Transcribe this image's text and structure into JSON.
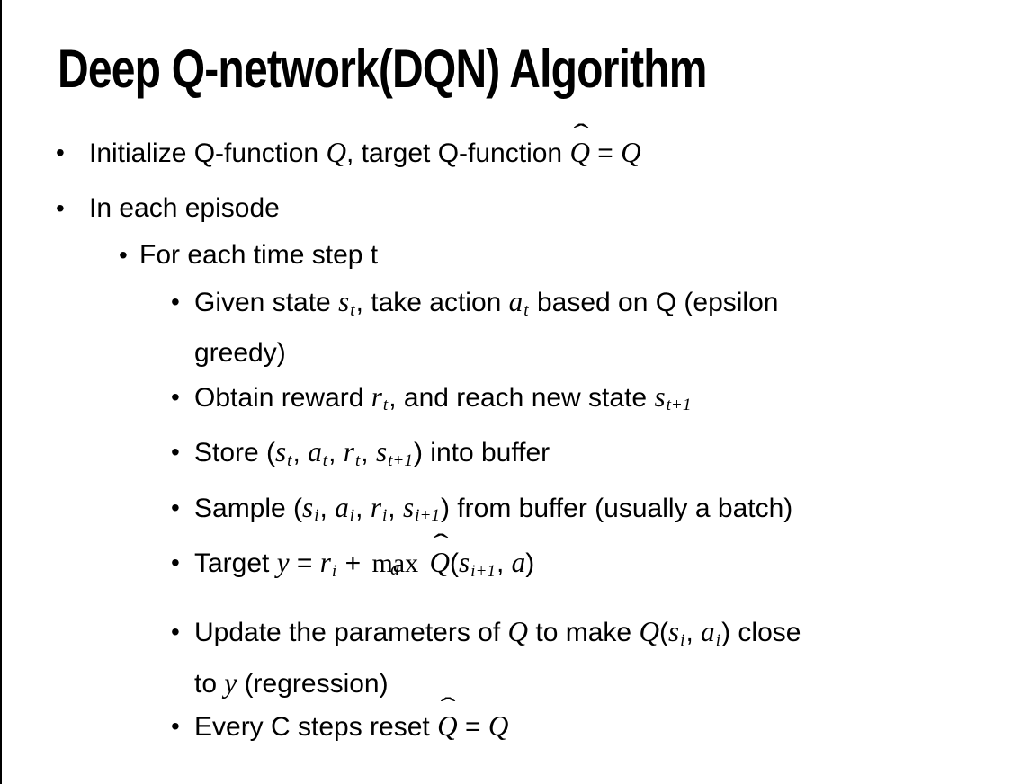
{
  "colors": {
    "background": "#ffffff",
    "text": "#000000",
    "border_left": "#000000"
  },
  "slide": {
    "title": "Deep Q-network(DQN) Algorithm",
    "bullet_char": "•",
    "bullets": [
      {
        "level": 1,
        "segments": [
          {
            "t": "text",
            "v": "Initialize Q-function "
          },
          {
            "t": "var",
            "v": "Q"
          },
          {
            "t": "text",
            "v": ", target Q-function "
          },
          {
            "t": "hat",
            "v": "Q",
            "mark": "ˆ"
          },
          {
            "t": "text",
            "v": " = "
          },
          {
            "t": "var",
            "v": "Q"
          }
        ]
      },
      {
        "level": 1,
        "segments": [
          {
            "t": "text",
            "v": "In each episode"
          }
        ]
      },
      {
        "level": 2,
        "segments": [
          {
            "t": "text",
            "v": "For each time step t"
          }
        ]
      },
      {
        "level": 3,
        "segments": [
          {
            "t": "text",
            "v": "Given state "
          },
          {
            "t": "var",
            "v": "s"
          },
          {
            "t": "sub",
            "v": "t"
          },
          {
            "t": "text",
            "v": ", take action "
          },
          {
            "t": "var",
            "v": "a"
          },
          {
            "t": "sub",
            "v": "t"
          },
          {
            "t": "text",
            "v": " based on Q (epsilon"
          },
          {
            "t": "br"
          },
          {
            "t": "text",
            "v": "greedy)"
          }
        ]
      },
      {
        "level": 3,
        "segments": [
          {
            "t": "text",
            "v": "Obtain reward "
          },
          {
            "t": "var",
            "v": "r"
          },
          {
            "t": "sub",
            "v": "t"
          },
          {
            "t": "text",
            "v": ", and reach new state "
          },
          {
            "t": "var",
            "v": "s"
          },
          {
            "t": "sub",
            "v": "t+1"
          }
        ]
      },
      {
        "level": 3,
        "segments": [
          {
            "t": "text",
            "v": "Store ("
          },
          {
            "t": "var",
            "v": "s"
          },
          {
            "t": "sub",
            "v": "t"
          },
          {
            "t": "text",
            "v": ", "
          },
          {
            "t": "var",
            "v": "a"
          },
          {
            "t": "sub",
            "v": "t"
          },
          {
            "t": "text",
            "v": ", "
          },
          {
            "t": "var",
            "v": "r"
          },
          {
            "t": "sub",
            "v": "t"
          },
          {
            "t": "text",
            "v": ", "
          },
          {
            "t": "var",
            "v": "s"
          },
          {
            "t": "sub",
            "v": "t+1"
          },
          {
            "t": "text",
            "v": ") into buffer"
          }
        ]
      },
      {
        "level": 3,
        "segments": [
          {
            "t": "text",
            "v": "Sample ("
          },
          {
            "t": "var",
            "v": "s"
          },
          {
            "t": "sub",
            "v": "i"
          },
          {
            "t": "text",
            "v": ", "
          },
          {
            "t": "var",
            "v": "a"
          },
          {
            "t": "sub",
            "v": "i"
          },
          {
            "t": "text",
            "v": ", "
          },
          {
            "t": "var",
            "v": "r"
          },
          {
            "t": "sub",
            "v": "i"
          },
          {
            "t": "text",
            "v": ", "
          },
          {
            "t": "var",
            "v": "s"
          },
          {
            "t": "sub",
            "v": "i+1"
          },
          {
            "t": "text",
            "v": ") from buffer (usually a batch)"
          }
        ]
      },
      {
        "level": 3,
        "segments": [
          {
            "t": "text",
            "v": "Target "
          },
          {
            "t": "var",
            "v": "y"
          },
          {
            "t": "text",
            "v": " = "
          },
          {
            "t": "var",
            "v": "r"
          },
          {
            "t": "sub",
            "v": "i"
          },
          {
            "t": "text",
            "v": " + "
          },
          {
            "t": "under",
            "v": "max",
            "u": "a"
          },
          {
            "t": "text",
            "v": " "
          },
          {
            "t": "hat",
            "v": "Q",
            "mark": "ˆ"
          },
          {
            "t": "text",
            "v": "("
          },
          {
            "t": "var",
            "v": "s"
          },
          {
            "t": "sub",
            "v": "i+1"
          },
          {
            "t": "text",
            "v": ", "
          },
          {
            "t": "var",
            "v": "a"
          },
          {
            "t": "text",
            "v": ")"
          }
        ]
      },
      {
        "level": 3,
        "segments": [
          {
            "t": "text",
            "v": "Update the parameters of "
          },
          {
            "t": "var",
            "v": "Q"
          },
          {
            "t": "text",
            "v": " to make "
          },
          {
            "t": "var",
            "v": "Q"
          },
          {
            "t": "text",
            "v": "("
          },
          {
            "t": "var",
            "v": "s"
          },
          {
            "t": "sub",
            "v": "i"
          },
          {
            "t": "text",
            "v": ", "
          },
          {
            "t": "var",
            "v": "a"
          },
          {
            "t": "sub",
            "v": "i"
          },
          {
            "t": "text",
            "v": ") close"
          },
          {
            "t": "br"
          },
          {
            "t": "text",
            "v": "to "
          },
          {
            "t": "var",
            "v": "y"
          },
          {
            "t": "text",
            "v": " (regression)"
          }
        ]
      },
      {
        "level": 3,
        "segments": [
          {
            "t": "text",
            "v": "Every C steps reset "
          },
          {
            "t": "hat",
            "v": "Q",
            "mark": "ˆ"
          },
          {
            "t": "text",
            "v": " = "
          },
          {
            "t": "var",
            "v": "Q"
          }
        ]
      }
    ]
  }
}
